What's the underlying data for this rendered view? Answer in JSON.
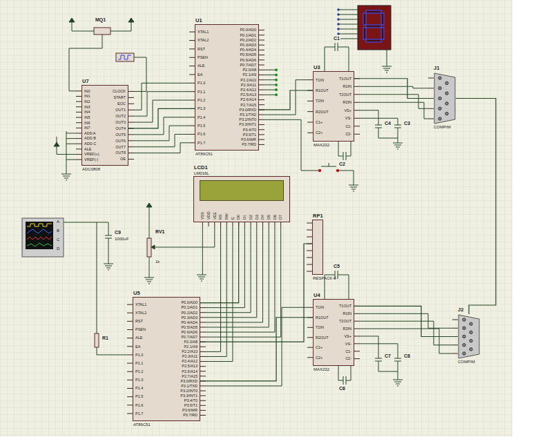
{
  "diagram": {
    "nodes": [
      {
        "text": [
          "U7",
          "ADC0808",
          "IN0",
          "IN1",
          "IN2",
          "IN3",
          "IN4",
          "IN5",
          "IN6",
          "IN7",
          "ADD A",
          "ADD B",
          "ADD C",
          "ALE",
          "VREF(+)",
          "VREF(-)",
          "CLOCK",
          "START",
          "EOC",
          "OUT1",
          "OUT2",
          "OUT3",
          "OUT4",
          "OUT5",
          "OUT6",
          "OUT7",
          "OUT8",
          "OE"
        ]
      },
      {
        "text": [
          "U1",
          "AT89C51",
          "XTAL1",
          "XTAL2",
          "RST",
          "PSEN",
          "ALE",
          "EA",
          "P1.0",
          "P1.1",
          "P1.2",
          "P1.3",
          "P1.4",
          "P1.5",
          "P1.6",
          "P1.7",
          "P0.0/AD0",
          "P0.1/AD1",
          "P0.2/AD2",
          "P0.3/AD3",
          "P0.4/AD4",
          "P0.5/AD5",
          "P0.6/AD6",
          "P0.7/AD7",
          "P2.0/A8",
          "P2.1/A9",
          "P2.2/A10",
          "P2.3/A11",
          "P2.4/A12",
          "P2.5/A13",
          "P2.6/A14",
          "P2.7/A15",
          "P3.0/RXD",
          "P3.1/TXD",
          "P3.2/INT0",
          "P3.3/INT1",
          "P3.4/T0",
          "P3.5/T1",
          "P3.6/WR",
          "P3.7/RD"
        ]
      },
      {
        "text": [
          "U3",
          "MAX232",
          "T1IN",
          "R1OUT",
          "T2IN",
          "R2OUT",
          "C1+",
          "C2+",
          "T1OUT",
          "R1IN",
          "T2OUT",
          "R2IN",
          "VS+",
          "VS-",
          "C1-",
          "C2-"
        ]
      },
      {
        "text": [
          "LCD1",
          "LM016L",
          "VSS",
          "VDD",
          "VEE",
          "RS",
          "RW",
          "E",
          "D0",
          "D1",
          "D2",
          "D3",
          "D4",
          "D5",
          "D6",
          "D7"
        ]
      },
      {
        "text": [
          "RP1",
          "RESPACK-8"
        ]
      },
      {
        "text": [
          "J1",
          "COMPIM"
        ]
      },
      {
        "text": [
          "U5",
          "AT89C51",
          "XTAL1",
          "XTAL2",
          "RST",
          "PSEN",
          "ALE",
          "EA",
          "P1.0",
          "P1.1",
          "P1.2",
          "P1.3",
          "P1.4",
          "P1.5",
          "P1.6",
          "P1.7",
          "P0.0/AD0",
          "P0.1/AD1",
          "P0.2/AD2",
          "P0.3/AD3",
          "P0.4/AD4",
          "P0.5/AD5",
          "P0.6/AD6",
          "P0.7/AD7",
          "P2.0/A8",
          "P2.1/A9",
          "P2.2/A10",
          "P2.3/A11",
          "P2.4/A12",
          "P2.5/A13",
          "P2.6/A14",
          "P2.7/A15",
          "P3.0/RXD",
          "P3.1/TXD",
          "P3.2/INT0",
          "P3.3/INT1",
          "P3.4/T0",
          "P3.5/T1",
          "P3.6/WR",
          "P3.7/RD"
        ]
      },
      {
        "text": [
          "U4",
          "MAX232",
          "T1IN",
          "R1OUT",
          "T2IN",
          "R2OUT",
          "C1+",
          "C2+",
          "T1OUT",
          "R1IN",
          "T2OUT",
          "R2IN",
          "VS+",
          "VS-",
          "C1-",
          "C2-"
        ]
      },
      {
        "text": [
          "J2",
          "COMPIM"
        ]
      }
    ],
    "edges": [
      {
        "from": 0,
        "to": 1,
        "arrow": "none"
      },
      {
        "from": 1,
        "to": 2,
        "arrow": "none"
      },
      {
        "from": 2,
        "to": 5,
        "arrow": "none"
      },
      {
        "from": 6,
        "to": 7,
        "arrow": "none"
      },
      {
        "from": 7,
        "to": 8,
        "arrow": "none"
      },
      {
        "from": 6,
        "to": 3,
        "arrow": "none"
      },
      {
        "from": 6,
        "to": 4,
        "arrow": "none"
      },
      {
        "from": 5,
        "to": 8,
        "arrow": "none"
      }
    ],
    "labels": [
      "MQ1",
      "RV1",
      "1k",
      "R1",
      "C1",
      "C2",
      "C3",
      "C4",
      "C5",
      "C6",
      "C7",
      "C8",
      "C9",
      "1000uF",
      "A",
      "B",
      "C",
      "D"
    ]
  }
}
